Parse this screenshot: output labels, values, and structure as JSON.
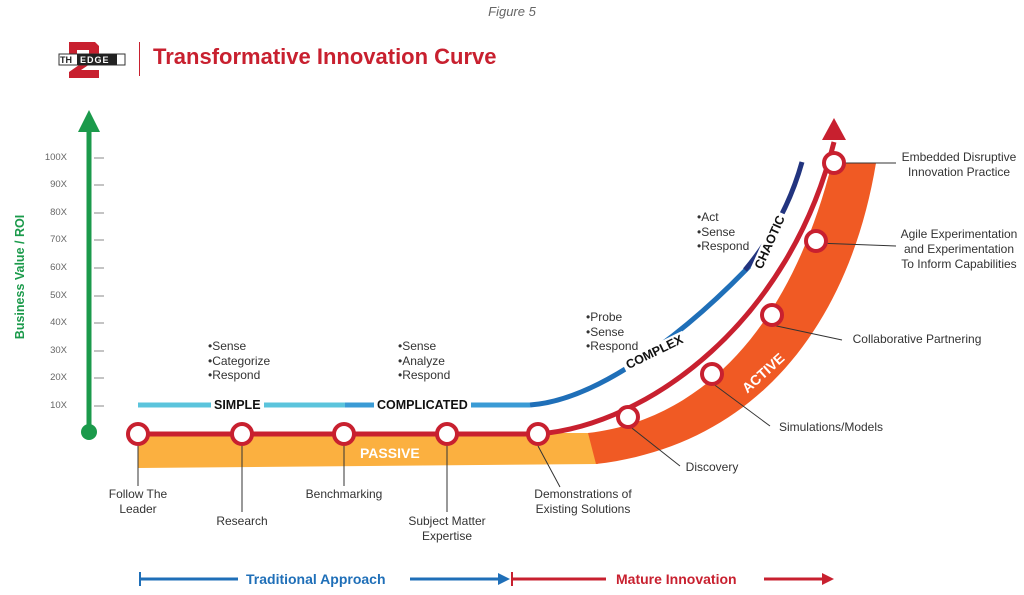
{
  "figure_label": "Figure 5",
  "title": "Transformative Innovation Curve",
  "logo": {
    "text_left": "TH",
    "text_box": "EDGE",
    "numeral": "2"
  },
  "y_axis": {
    "label": "Business Value / ROI",
    "ticks": [
      "100X",
      "90X",
      "80X",
      "70X",
      "60X",
      "50X",
      "40X",
      "30X",
      "20X",
      "10X"
    ]
  },
  "stages": {
    "simple": {
      "label": "SIMPLE",
      "bullets": [
        "Sense",
        "Categorize",
        "Respond"
      ]
    },
    "complicated": {
      "label": "COMPLICATED",
      "bullets": [
        "Sense",
        "Analyze",
        "Respond"
      ]
    },
    "complex": {
      "label": "COMPLEX",
      "bullets": [
        "Probe",
        "Sense",
        "Respond"
      ]
    },
    "chaotic": {
      "label": "CHAOTIC",
      "bullets": [
        "Act",
        "Sense",
        "Respond"
      ]
    }
  },
  "bands": {
    "passive": "PASSIVE",
    "active": "ACTIVE"
  },
  "milestones": {
    "follow_leader": "Follow The\nLeader",
    "research": "Research",
    "benchmarking": "Benchmarking",
    "subject_matter": "Subject Matter\nExpertise",
    "demonstrations": "Demonstrations of\nExisting Solutions",
    "discovery": "Discovery",
    "simulations": "Simulations/Models",
    "collaborative": "Collaborative Partnering",
    "agile": "Agile Experimentation\nand Experimentation\nTo Inform Capabilities",
    "embedded": "Embedded Disruptive\nInnovation Practice"
  },
  "bottom": {
    "traditional": "Traditional Approach",
    "mature": "Mature Innovation"
  },
  "colors": {
    "red": "#c8202f",
    "green": "#1b9a4b",
    "blue": "#1f6fb8",
    "navy": "#22347f",
    "light_blue": "#5bc4dc",
    "orange": "#f05a24",
    "yellow": "#fbb040"
  }
}
